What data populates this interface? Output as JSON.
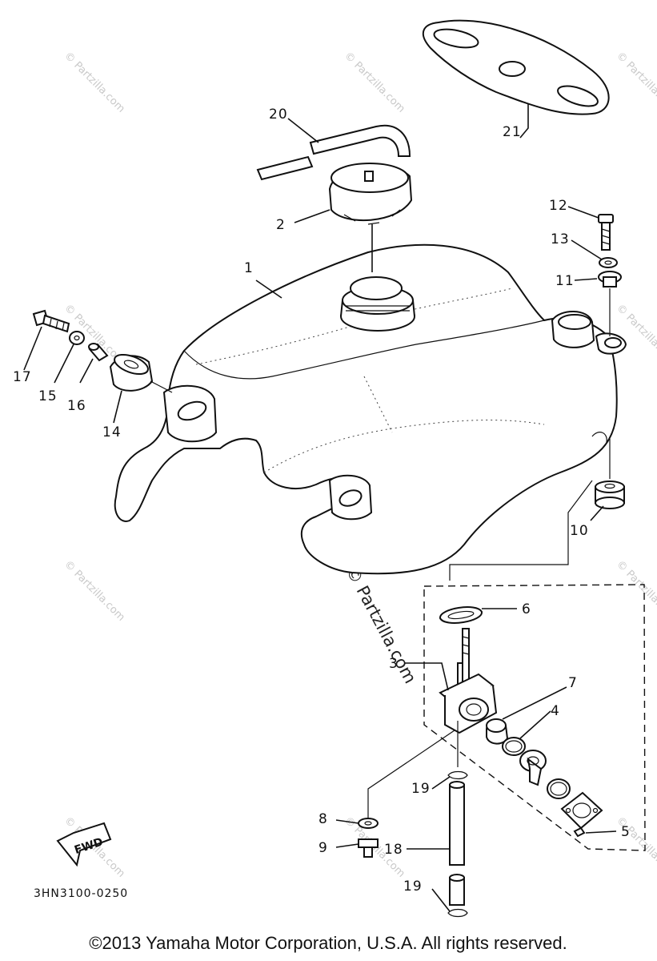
{
  "watermark": "© Partzilla.com",
  "diagram_code": "3HN3100-0250",
  "copyright": "©2013  Yamaha Motor Corporation, U.S.A. All rights reserved.",
  "fwd_label": "FWD",
  "callouts": {
    "n1": "1",
    "n2": "2",
    "n3": "3",
    "n4": "4",
    "n5": "5",
    "n6": "6",
    "n7": "7",
    "n8": "8",
    "n9": "9",
    "n10": "10",
    "n11": "11",
    "n12": "12",
    "n13": "13",
    "n14": "14",
    "n15": "15",
    "n16": "16",
    "n17": "17",
    "n18": "18",
    "n19a": "19",
    "n19b": "19",
    "n20": "20",
    "n21": "21"
  }
}
